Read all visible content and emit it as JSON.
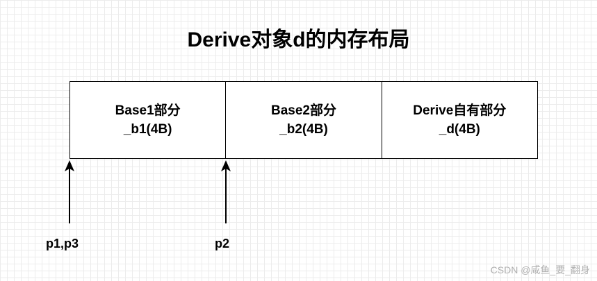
{
  "title": "Derive对象d的内存布局",
  "layout": {
    "segments": [
      {
        "line1": "Base1部分",
        "line2": "_b1(4B)"
      },
      {
        "line1": "Base2部分",
        "line2": "_b2(4B)"
      },
      {
        "line1": "Derive自有部分",
        "line2": "_d(4B)"
      }
    ]
  },
  "pointers": [
    {
      "label": "p1,p3"
    },
    {
      "label": "p2"
    }
  ],
  "watermark": "CSDN @咸鱼_要_翻身"
}
